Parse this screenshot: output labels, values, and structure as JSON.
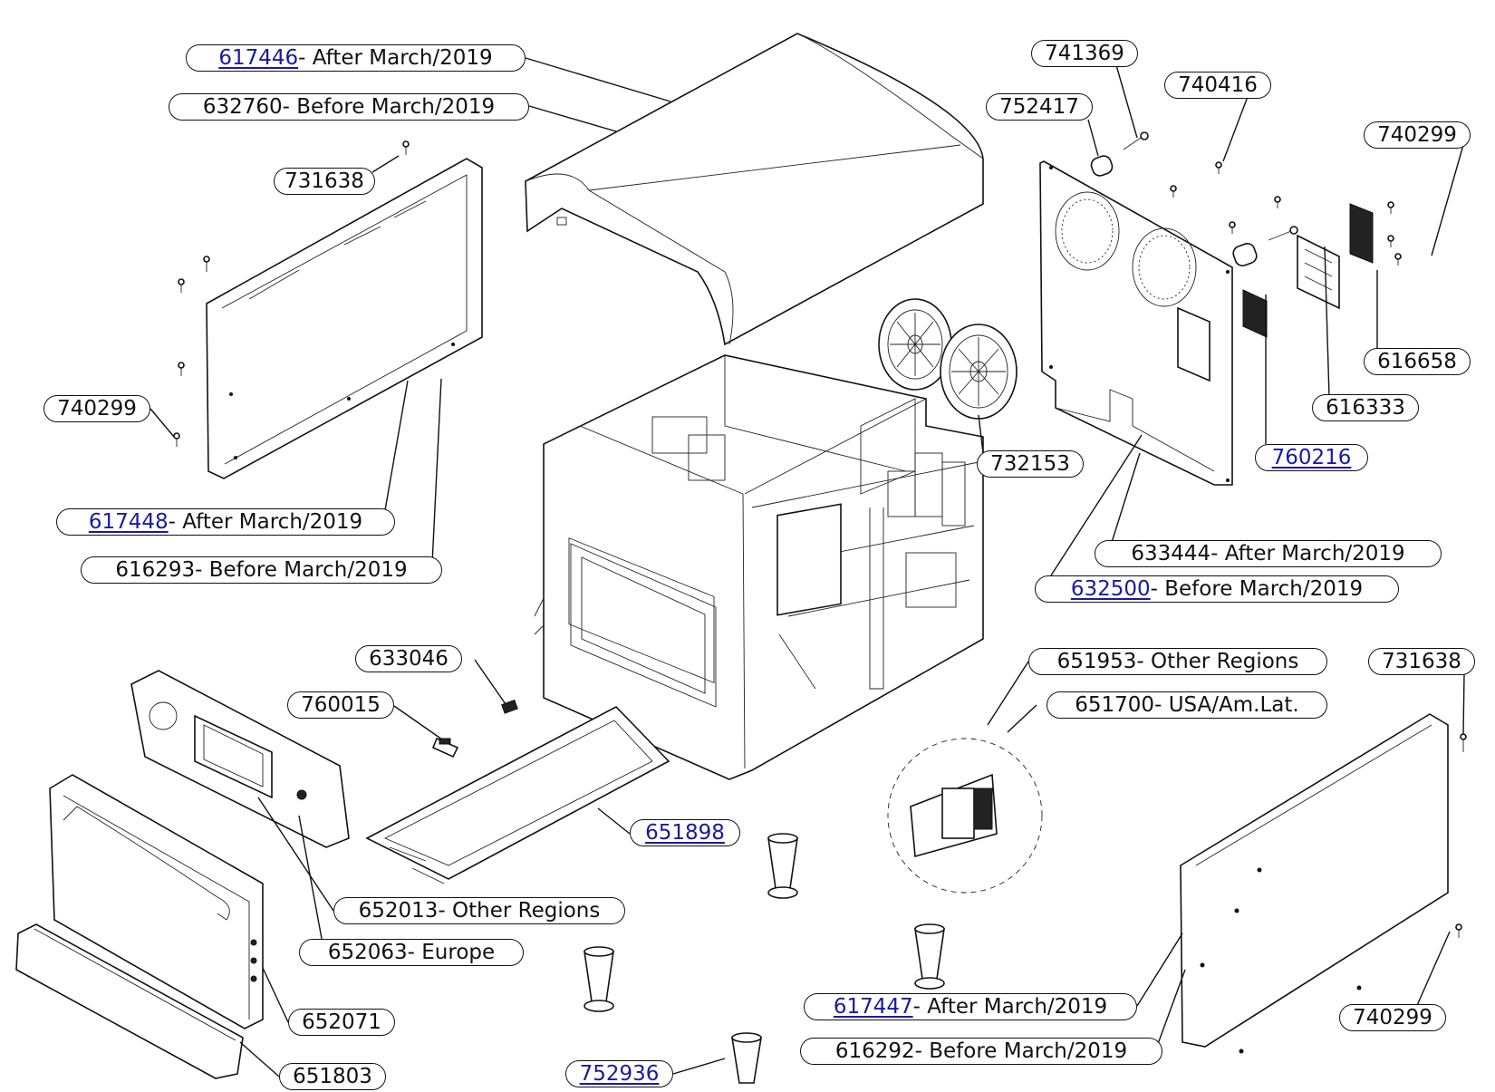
{
  "callouts": [
    {
      "id": "c01",
      "part": "617446",
      "note": " - After March/2019",
      "link": true
    },
    {
      "id": "c02",
      "part": "632760",
      "note": " - Before March/2019",
      "link": false
    },
    {
      "id": "c03",
      "part": "731638",
      "note": "",
      "link": false
    },
    {
      "id": "c04",
      "part": "740299",
      "note": "",
      "link": false
    },
    {
      "id": "c05",
      "part": "617448",
      "note": " - After March/2019",
      "link": true
    },
    {
      "id": "c06",
      "part": "616293",
      "note": " - Before March/2019",
      "link": false
    },
    {
      "id": "c07",
      "part": "741369",
      "note": "",
      "link": false
    },
    {
      "id": "c08",
      "part": "740416",
      "note": "",
      "link": false
    },
    {
      "id": "c09",
      "part": "752417",
      "note": "",
      "link": false
    },
    {
      "id": "c10",
      "part": "740299",
      "note": "",
      "link": false
    },
    {
      "id": "c11",
      "part": "616658",
      "note": "",
      "link": false
    },
    {
      "id": "c12",
      "part": "616333",
      "note": "",
      "link": false
    },
    {
      "id": "c13",
      "part": "760216",
      "note": "",
      "link": true
    },
    {
      "id": "c14",
      "part": "732153",
      "note": "",
      "link": false
    },
    {
      "id": "c15",
      "part": "633444",
      "note": " - After March/2019",
      "link": false
    },
    {
      "id": "c16",
      "part": "632500",
      "note": " - Before March/2019",
      "link": true
    },
    {
      "id": "c17",
      "part": "633046",
      "note": "",
      "link": false
    },
    {
      "id": "c18",
      "part": "760015",
      "note": "",
      "link": false
    },
    {
      "id": "c19",
      "part": "651953",
      "note": " - Other Regions",
      "link": false
    },
    {
      "id": "c20",
      "part": "651700",
      "note": " - USA/Am.Lat.",
      "link": false
    },
    {
      "id": "c21",
      "part": "731638",
      "note": "",
      "link": false
    },
    {
      "id": "c22",
      "part": "651898",
      "note": "",
      "link": true
    },
    {
      "id": "c23",
      "part": "652013",
      "note": " - Other Regions",
      "link": false
    },
    {
      "id": "c24",
      "part": "652063",
      "note": " - Europe",
      "link": false
    },
    {
      "id": "c25",
      "part": "652071",
      "note": "",
      "link": false
    },
    {
      "id": "c26",
      "part": "651803",
      "note": "",
      "link": false
    },
    {
      "id": "c27",
      "part": "617447",
      "note": " - After March/2019",
      "link": true
    },
    {
      "id": "c28",
      "part": "616292",
      "note": " - Before March/2019",
      "link": false
    },
    {
      "id": "c29",
      "part": "740299",
      "note": "",
      "link": false
    },
    {
      "id": "c30",
      "part": "752936",
      "note": "",
      "link": true
    }
  ]
}
